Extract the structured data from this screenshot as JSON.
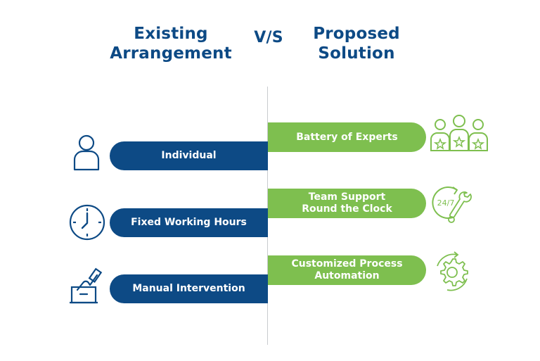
{
  "header": {
    "left_line1": "Existing",
    "left_line2": "Arrangement",
    "vs": "V/S",
    "right_line1": "Proposed",
    "right_line2": "Solution"
  },
  "existing": [
    {
      "label": "Individual",
      "icon": "person-icon"
    },
    {
      "label": "Fixed Working Hours",
      "icon": "clock-icon"
    },
    {
      "label": "Manual Intervention",
      "icon": "hand-ballot-icon"
    }
  ],
  "proposed": [
    {
      "line1": "Battery of Experts",
      "icon": "expert-team-icon"
    },
    {
      "line1": "Team Support",
      "line2": "Round the Clock",
      "icon": "support-24-7-icon"
    },
    {
      "line1": "Customized Process",
      "line2": "Automation",
      "icon": "gear-automation-icon"
    }
  ],
  "colors": {
    "blue": "#0d4a85",
    "green": "#7ebf4f",
    "divider": "#c9cbcf"
  }
}
